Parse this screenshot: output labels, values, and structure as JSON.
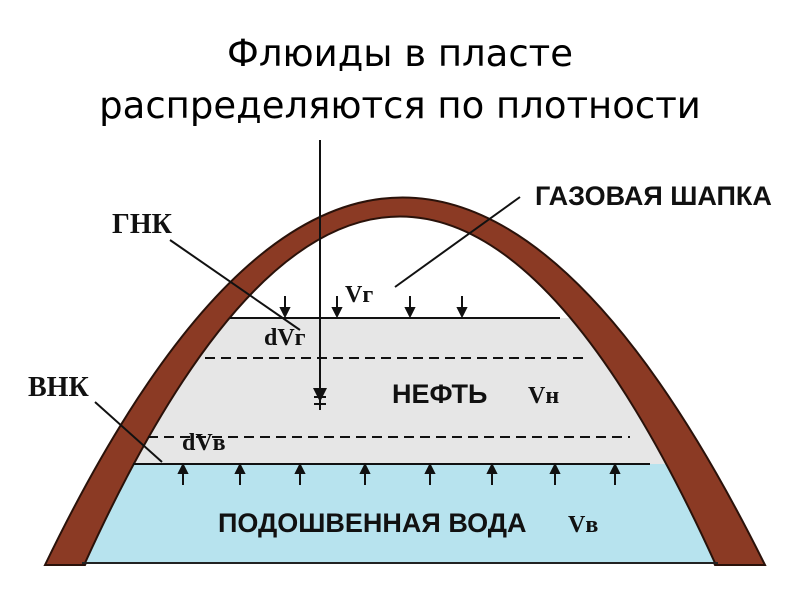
{
  "title": {
    "line1": "Флюиды в пласте",
    "line2": "распределяются по плотности"
  },
  "diagram": {
    "gas_cap_label": "ГАЗОВАЯ ШАПКА",
    "gnk_label": "ГНК",
    "vnk_label": "ВНК",
    "vg_label": "Vг",
    "dvg_label": "dVг",
    "oil_label": "НЕФТЬ",
    "vn_label": "Vн",
    "dvv_label": "dVв",
    "water_label": "ПОДОШВЕННАЯ ВОДА",
    "vv_label": "Vв",
    "colors": {
      "rock": "#8B3A24",
      "gas": "#ffffff",
      "oil": "#e6e6e6",
      "water": "#b7e3ee"
    }
  }
}
